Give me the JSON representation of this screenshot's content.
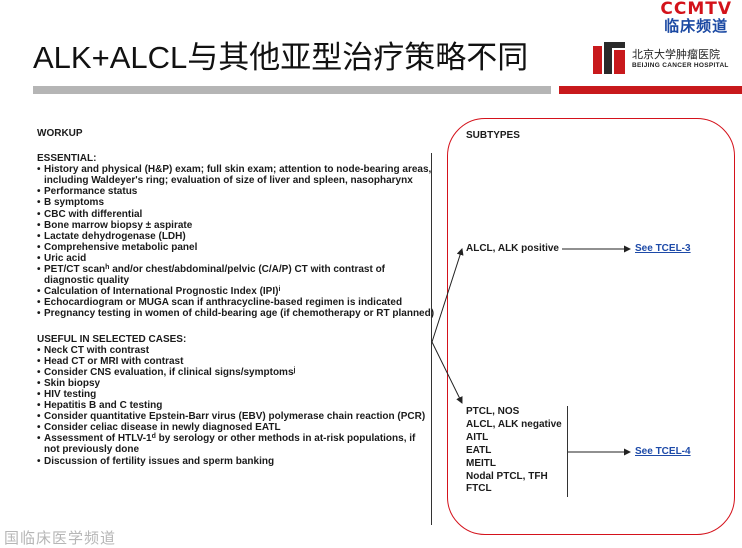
{
  "slide": {
    "title": "ALK+ALCL与其他亚型治疗策略不同"
  },
  "logo": {
    "brand_top": "CCMTV",
    "brand_bottom": "临床频道",
    "hospital_cn": "北京大学肿瘤医院",
    "hospital_en": "BEIJING CANCER HOSPITAL"
  },
  "workup": {
    "heading": "WORKUP",
    "essential_heading": "ESSENTIAL:",
    "essential_items": [
      {
        "text": "History and physical (H&P) exam; full skin exam; attention to node-bearing areas,",
        "sup": ""
      },
      {
        "text": "including Waldeyer's ring; evaluation of size of liver and spleen, nasopharynx",
        "sup": "",
        "cont": true
      },
      {
        "text": "Performance status",
        "sup": ""
      },
      {
        "text": "B symptoms",
        "sup": ""
      },
      {
        "text": "CBC with differential",
        "sup": ""
      },
      {
        "text": "Bone marrow biopsy ± aspirate",
        "sup": ""
      },
      {
        "text": "Lactate dehydrogenase (LDH)",
        "sup": ""
      },
      {
        "text": "Comprehensive metabolic panel",
        "sup": ""
      },
      {
        "text": "Uric acid",
        "sup": ""
      },
      {
        "text": "PET/CT scan",
        "sup": "h",
        "after": " and/or chest/abdominal/pelvic (C/A/P) CT with contrast of"
      },
      {
        "text": "diagnostic quality",
        "sup": "",
        "cont": true
      },
      {
        "text": "Calculation of International Prognostic Index (IPI)",
        "sup": "i"
      },
      {
        "text": "Echocardiogram or MUGA scan if anthracycline-based regimen is indicated",
        "sup": ""
      },
      {
        "text": "Pregnancy testing in women of child-bearing age (if chemotherapy or RT planned)",
        "sup": ""
      }
    ],
    "useful_heading": "USEFUL IN SELECTED CASES:",
    "useful_items": [
      {
        "text": "Neck CT with contrast",
        "sup": ""
      },
      {
        "text": "Head CT or MRI with contrast",
        "sup": ""
      },
      {
        "text": "Consider CNS evaluation, if clinical signs/symptoms",
        "sup": "j"
      },
      {
        "text": "Skin biopsy",
        "sup": ""
      },
      {
        "text": "HIV testing",
        "sup": ""
      },
      {
        "text": "Hepatitis B and C testing",
        "sup": ""
      },
      {
        "text": "Consider quantitative Epstein-Barr virus (EBV) polymerase chain reaction (PCR)",
        "sup": ""
      },
      {
        "text": "Consider celiac disease in newly diagnosed EATL",
        "sup": ""
      },
      {
        "text": "Assessment of HTLV-1",
        "sup": "d",
        "after": " by serology or other methods in at-risk populations, if"
      },
      {
        "text": "not previously done",
        "sup": "",
        "cont": true
      },
      {
        "text": "Discussion of fertility issues and sperm banking",
        "sup": ""
      }
    ]
  },
  "subtypes": {
    "heading": "SUBTYPES",
    "alk_positive": "ALCL, ALK positive",
    "link_tcel3": "See TCEL-3",
    "group2": [
      "PTCL, NOS",
      "ALCL, ALK negative",
      "AITL",
      "EATL",
      "MEITL",
      "Nodal PTCL, TFH",
      "FTCL"
    ],
    "link_tcel4": "See TCEL-4"
  },
  "watermark": "国临床医学频道",
  "colors": {
    "accent_red": "#d4121b",
    "link_blue": "#1d4aa8",
    "band_gray": "#b5b5b5"
  }
}
